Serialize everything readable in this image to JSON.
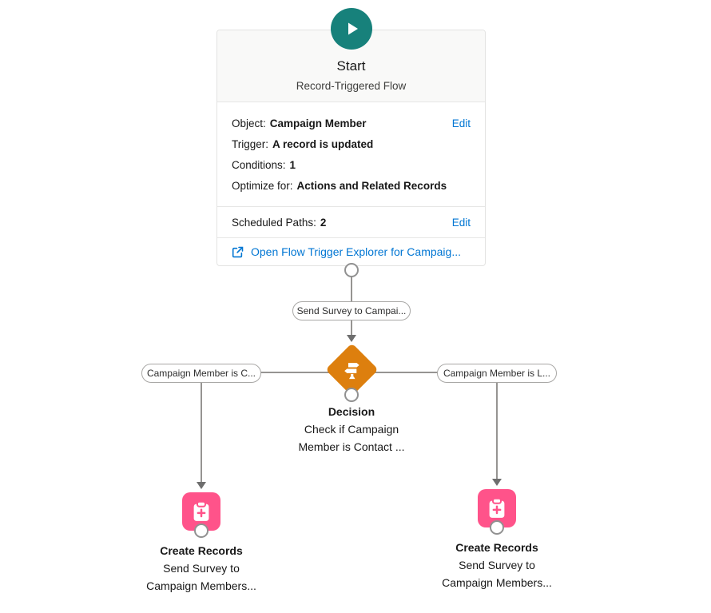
{
  "colors": {
    "start_teal": "#17817B",
    "decision_orange": "#DD7F0E",
    "create_pink": "#FF538A",
    "link_blue": "#0176D3",
    "connector_gray": "#969492"
  },
  "start_node": {
    "title": "Start",
    "subtitle": "Record-Triggered Flow",
    "icon": "play-icon",
    "rows": [
      {
        "label": "Object:",
        "value": "Campaign Member",
        "action": "Edit"
      },
      {
        "label": "Trigger:",
        "value": "A record is updated"
      },
      {
        "label": "Conditions:",
        "value": "1"
      },
      {
        "label": "Optimize for:",
        "value": "Actions and Related Records"
      }
    ],
    "scheduled_paths": {
      "label": "Scheduled Paths:",
      "value": "2",
      "action": "Edit"
    },
    "footer_link": {
      "icon": "external-link-icon",
      "label": "Open Flow Trigger Explorer for Campaig..."
    }
  },
  "connectors": {
    "start_branch_label": "Send Survey to Campai...",
    "left_branch_label": "Campaign Member is C...",
    "right_branch_label": "Campaign Member is L..."
  },
  "decision_node": {
    "title": "Decision",
    "icon": "signpost-icon",
    "description": [
      "Check if Campaign",
      "Member is Contact ..."
    ]
  },
  "create_left": {
    "title": "Create Records",
    "icon": "clipboard-add-icon",
    "description": [
      "Send Survey to",
      "Campaign Members..."
    ]
  },
  "create_right": {
    "title": "Create Records",
    "icon": "clipboard-add-icon",
    "description": [
      "Send Survey to",
      "Campaign Members..."
    ]
  }
}
